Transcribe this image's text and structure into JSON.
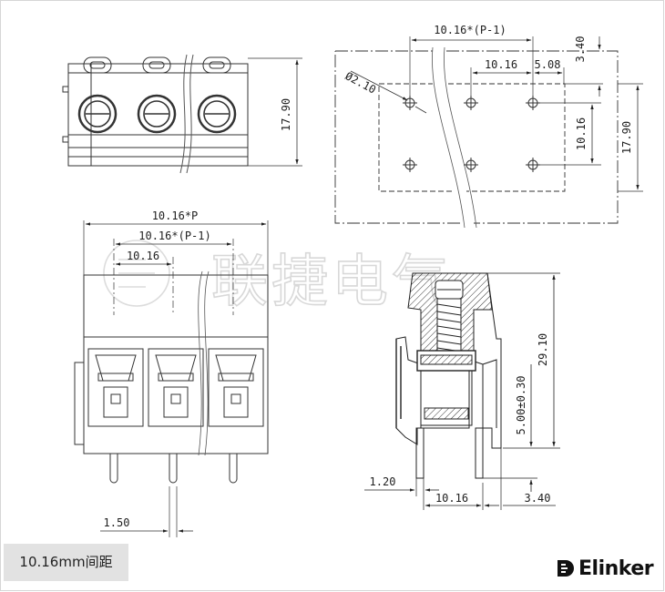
{
  "top_view": {
    "dim_height": "17.90"
  },
  "footprint_view": {
    "dim_pitch_span": "10.16*(P-1)",
    "dim_hole_dia": "Ø2.10",
    "dim_pitch": "10.16",
    "dim_offset": "5.08",
    "dim_edge": "3.40",
    "dim_row_spacing": "10.16",
    "dim_body_depth": "17.90"
  },
  "front_view": {
    "dim_total_length": "10.16*P",
    "dim_pitch_span": "10.16*(P-1)",
    "dim_pitch": "10.16",
    "dim_pin_width": "1.50"
  },
  "side_view": {
    "dim_height": "29.10",
    "dim_pin_length": "5.00±0.30",
    "dim_pin_thickness": "1.20",
    "dim_row_spacing": "10.16",
    "dim_edge": "3.40"
  },
  "watermark": "联捷电气",
  "pitch_label": "10.16mm间距",
  "brand": {
    "name": "Elinker",
    "icon": "elinker-logo-icon"
  }
}
